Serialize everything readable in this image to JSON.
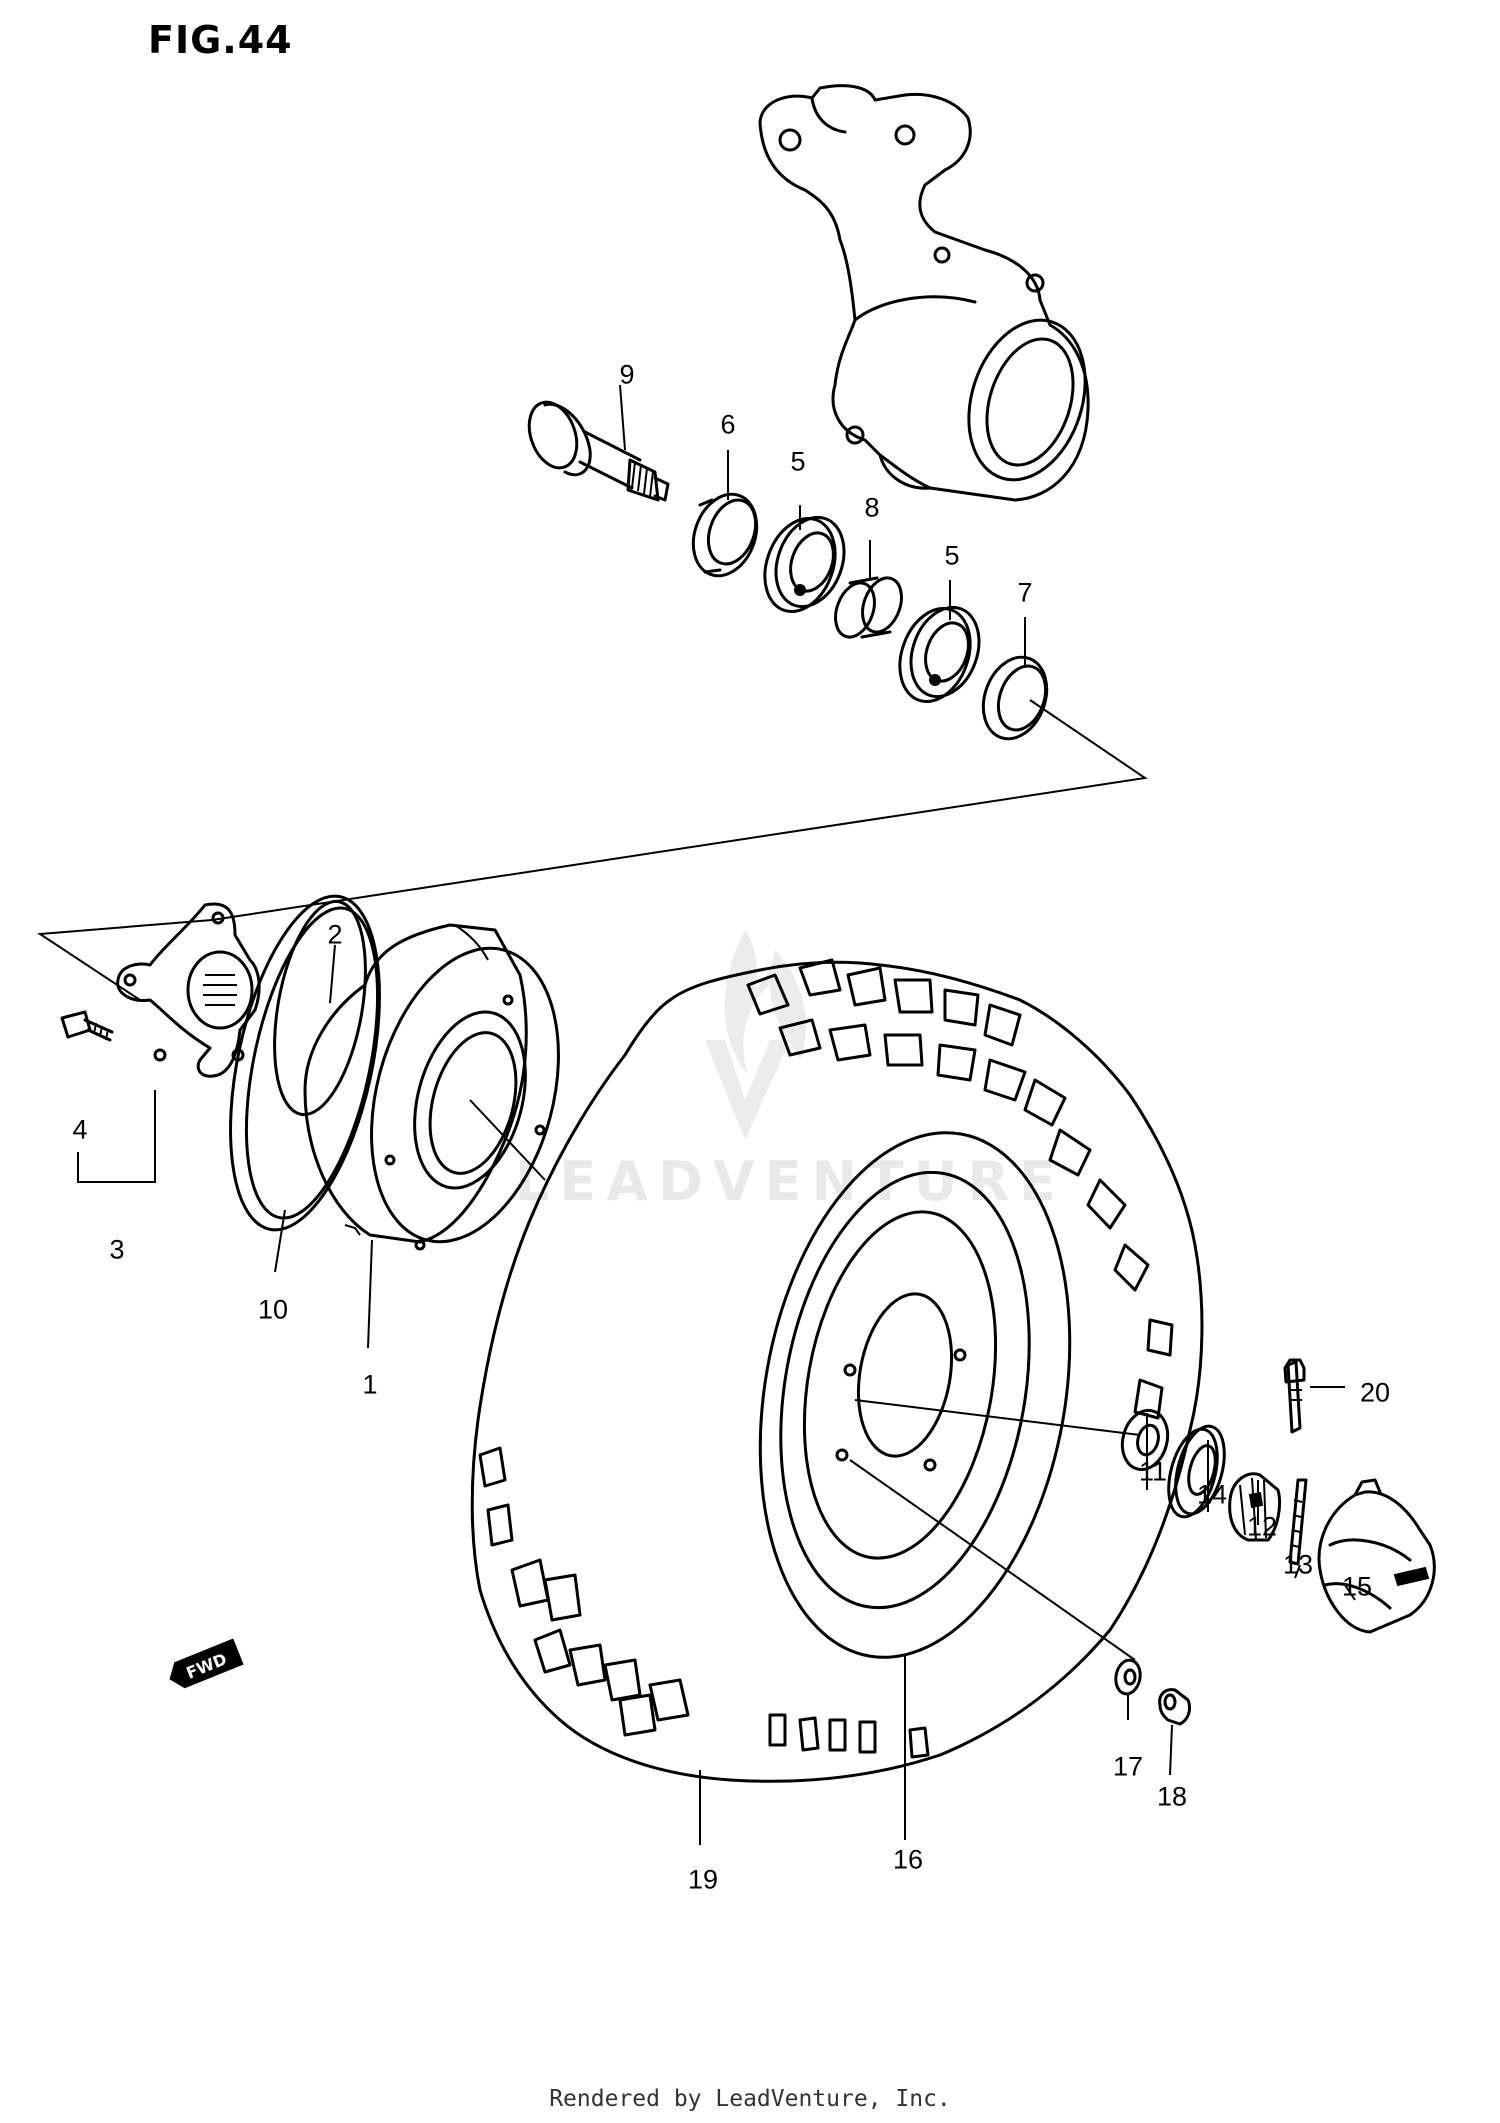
{
  "figure": {
    "title": "FIG.44"
  },
  "callouts": [
    {
      "id": "c1",
      "label": "1"
    },
    {
      "id": "c2",
      "label": "2"
    },
    {
      "id": "c3",
      "label": "3"
    },
    {
      "id": "c4",
      "label": "4"
    },
    {
      "id": "c5a",
      "label": "5"
    },
    {
      "id": "c5b",
      "label": "5"
    },
    {
      "id": "c6",
      "label": "6"
    },
    {
      "id": "c7",
      "label": "7"
    },
    {
      "id": "c8",
      "label": "8"
    },
    {
      "id": "c9",
      "label": "9"
    },
    {
      "id": "c10",
      "label": "10"
    },
    {
      "id": "c11",
      "label": "11"
    },
    {
      "id": "c12",
      "label": "12"
    },
    {
      "id": "c13",
      "label": "13"
    },
    {
      "id": "c14",
      "label": "14"
    },
    {
      "id": "c15",
      "label": "15"
    },
    {
      "id": "c16",
      "label": "16"
    },
    {
      "id": "c17",
      "label": "17"
    },
    {
      "id": "c18",
      "label": "18"
    },
    {
      "id": "c19",
      "label": "19"
    },
    {
      "id": "c20",
      "label": "20"
    }
  ],
  "badge": {
    "text": "FWD"
  },
  "watermark": {
    "text": "LEADVENTURE"
  },
  "footer": {
    "text": "Rendered by LeadVenture, Inc."
  }
}
